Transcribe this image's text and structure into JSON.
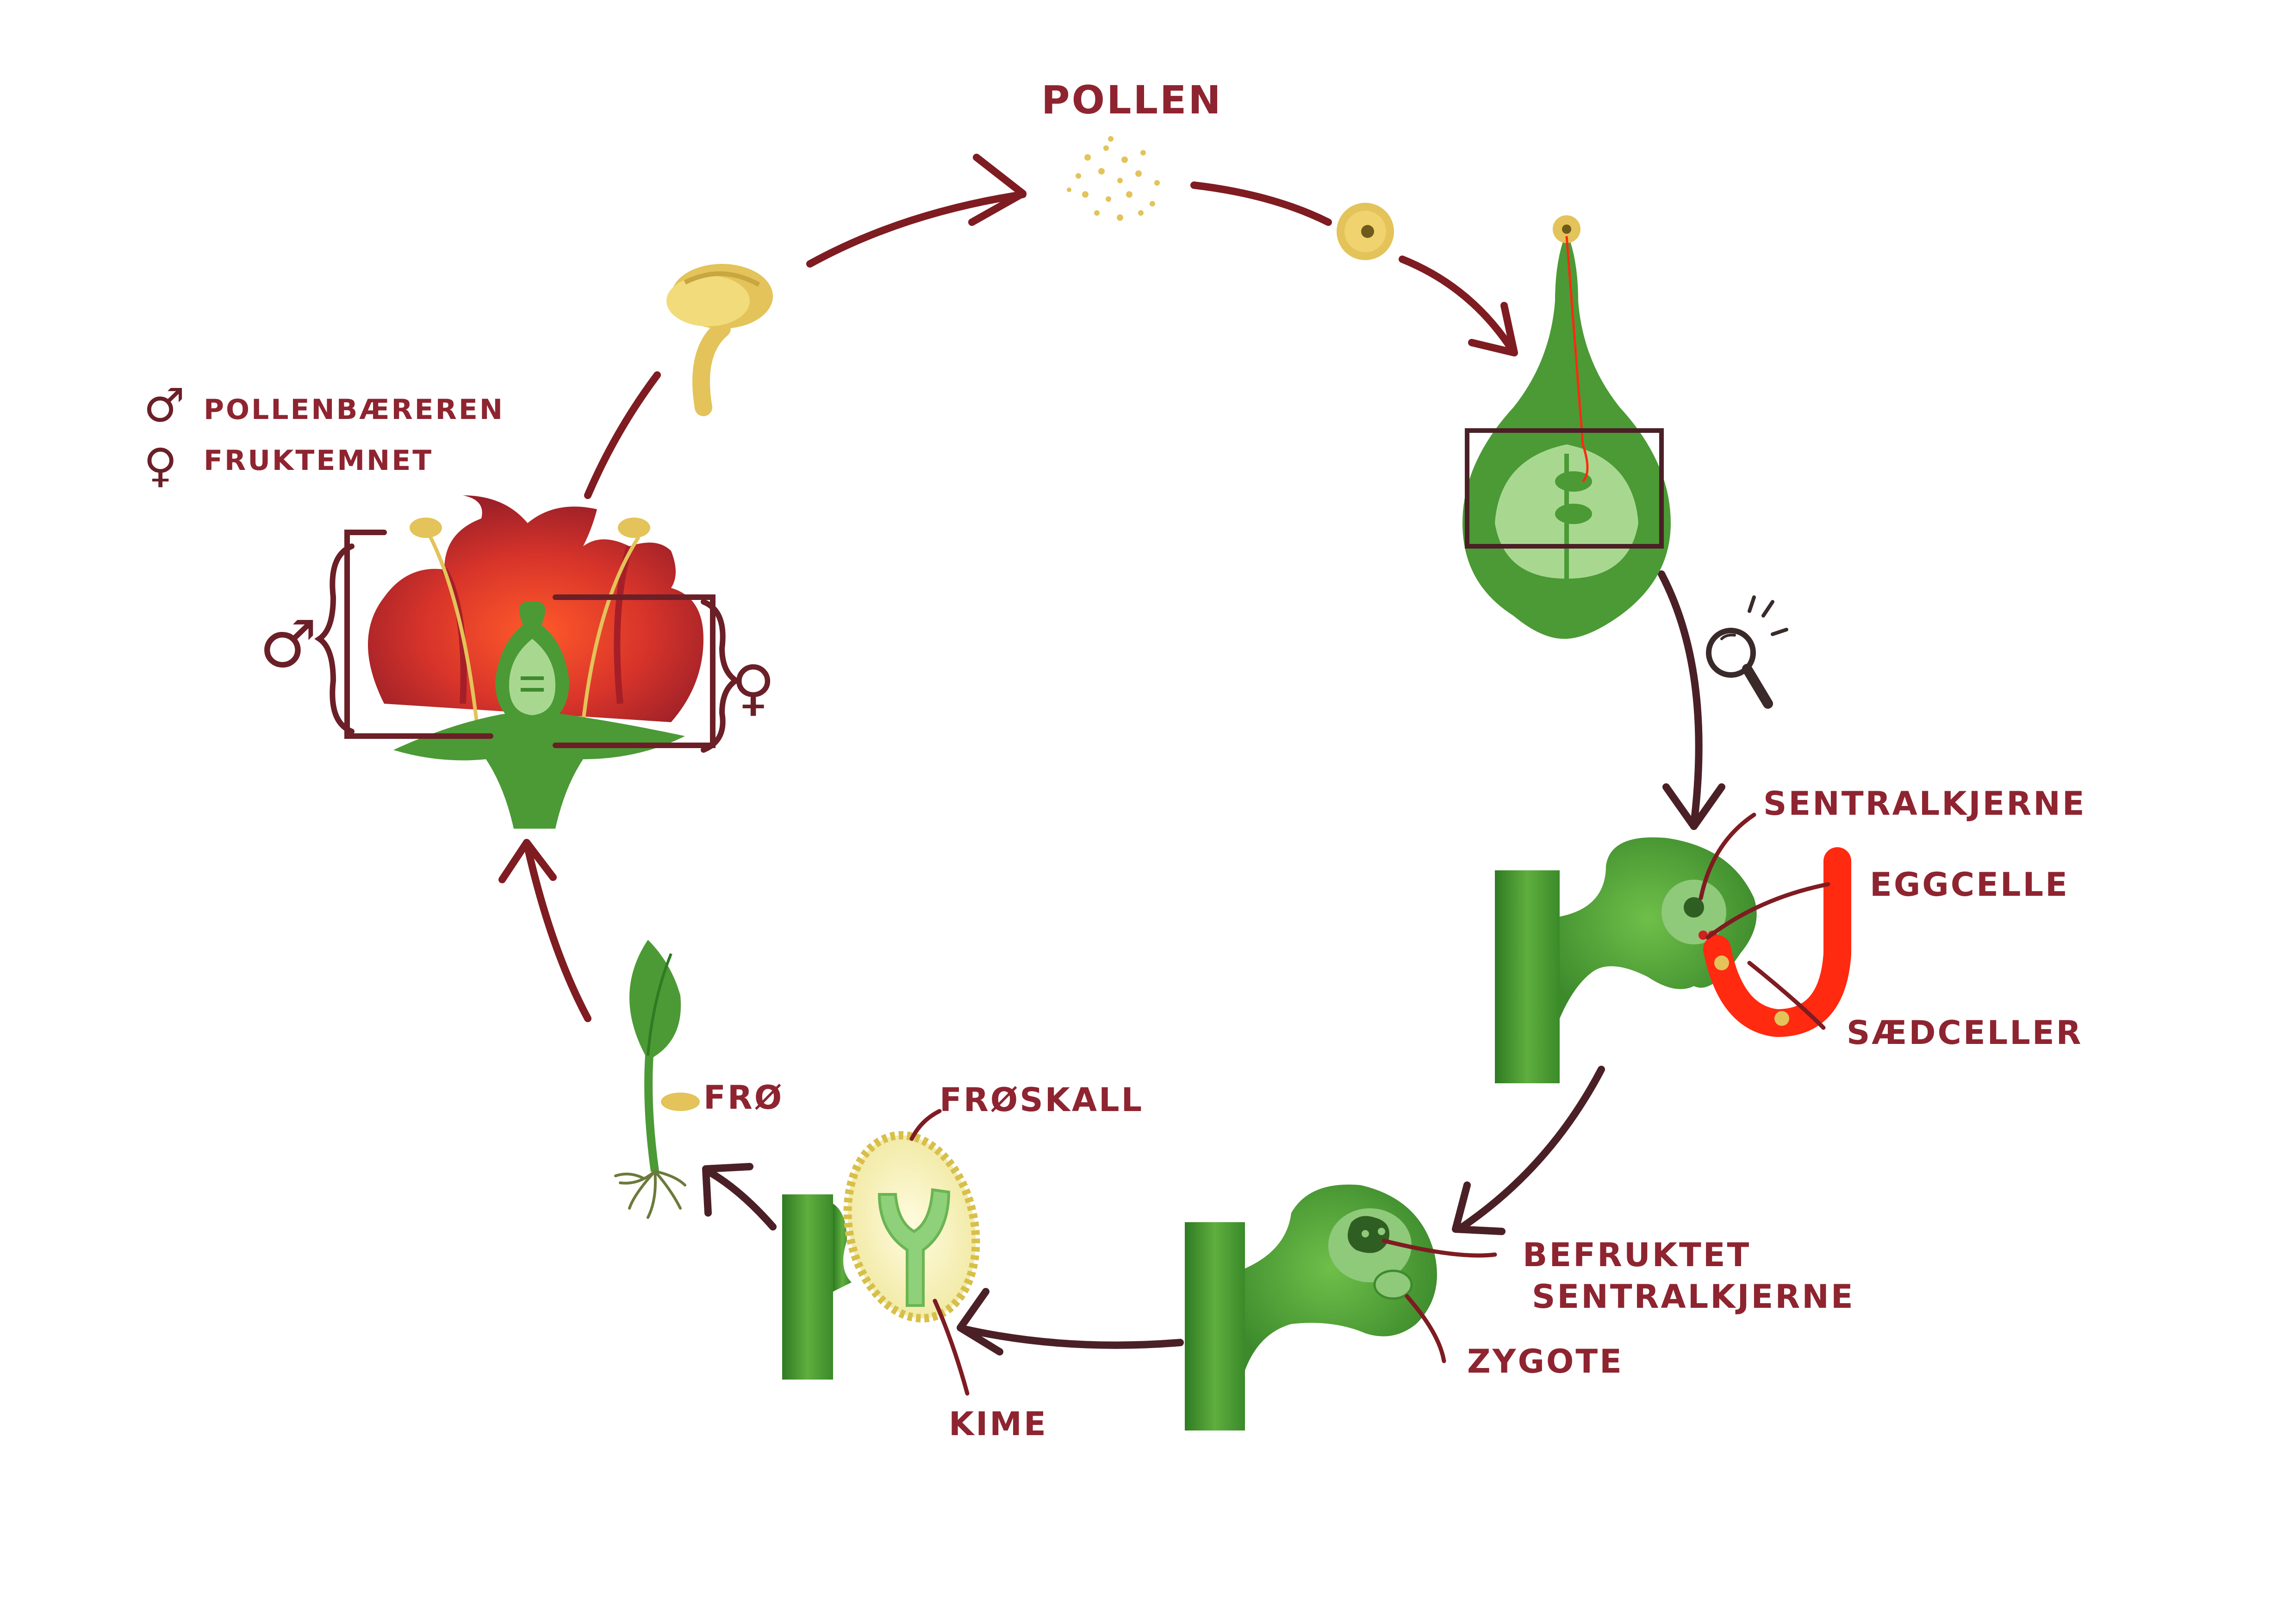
{
  "labels": {
    "pollen": "POLLEN",
    "legend_male": "POLLENBÆREREN",
    "legend_female": "FRUKTEMNET",
    "sentralkjerne": "SENTRALKJERNE",
    "eggcelle": "EGGCELLE",
    "saedceller": "SÆDCELLER",
    "befruktet_line1": "BEFRUKTET",
    "befruktet_line2": "SENTRALKJERNE",
    "zygote": "ZYGOTE",
    "froskall": "FRØSKALL",
    "kime": "KIME",
    "fro": "FRØ"
  },
  "symbols": {
    "male": "♂",
    "female": "♀"
  },
  "icons": {
    "magnifier": "magnifier-icon"
  },
  "colors": {
    "arrow": "#7e1c22",
    "arrow_dark": "#4a2026",
    "petal": "#b2262a",
    "petal_light": "#e8452a",
    "green_dark": "#3f8a2e",
    "green": "#57a83b",
    "green_light": "#9fd58a",
    "pollen": "#e3c35a",
    "pollen_tube": "#ff2a10",
    "seed_coat": "#f5efb8"
  }
}
